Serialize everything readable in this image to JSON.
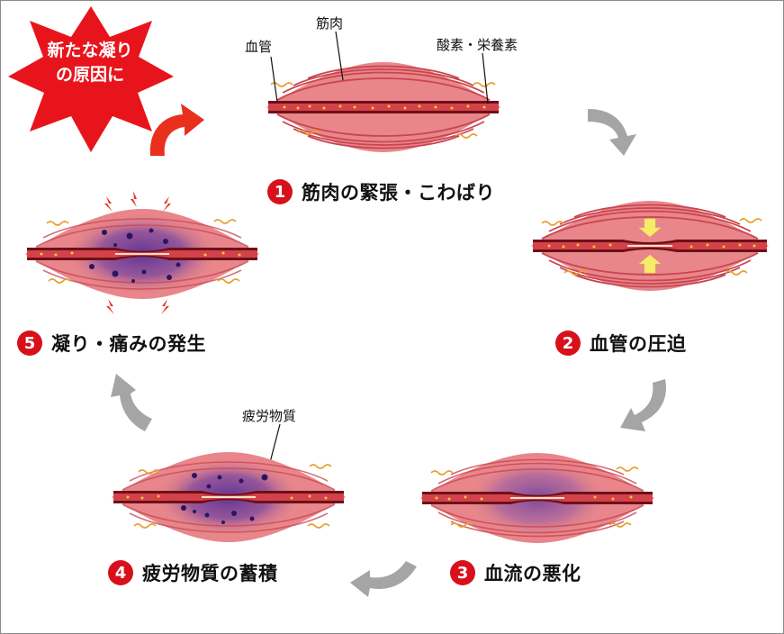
{
  "badge": {
    "line1": "新たな凝り",
    "line2": "の原因に"
  },
  "annotations": {
    "blood_vessel": "血管",
    "muscle": "筋肉",
    "oxygen_nutrients": "酸素・栄養素",
    "fatigue_substance": "疲労物質"
  },
  "steps": [
    {
      "number": "1",
      "label": "筋肉の緊張・こわばり"
    },
    {
      "number": "2",
      "label": "血管の圧迫"
    },
    {
      "number": "3",
      "label": "血流の悪化"
    },
    {
      "number": "4",
      "label": "疲労物質の蓄積"
    },
    {
      "number": "5",
      "label": "凝り・痛みの発生"
    }
  ],
  "colors": {
    "muscle_fill": "#e8868b",
    "muscle_stripe": "#c9454f",
    "vessel_outer": "#6e1018",
    "vessel_inner": "#d3424b",
    "nutrient_dot": "#f3c640",
    "purple_zone": "#6b3c9c",
    "badge_red": "#e8141c",
    "arrow_grey": "#a5a5a5",
    "arrow_red": "#e8301c",
    "compress_arrow": "#f7ec6a"
  }
}
